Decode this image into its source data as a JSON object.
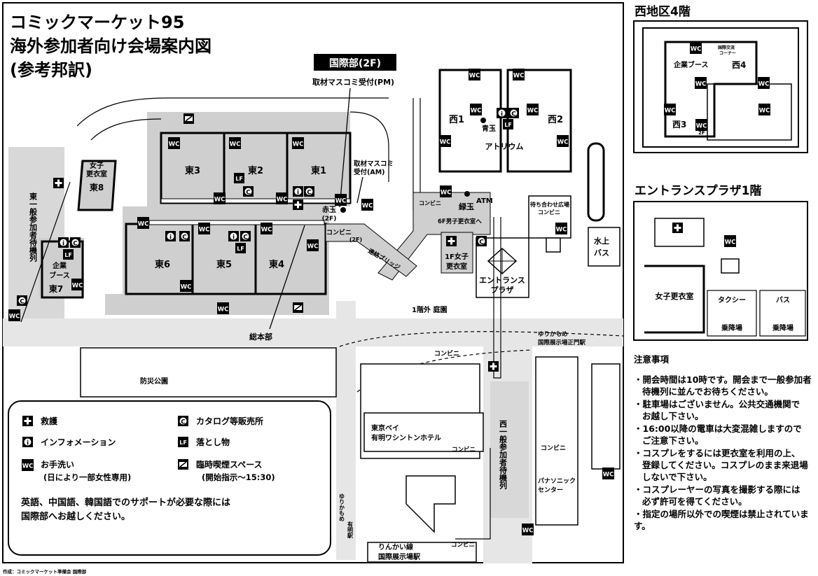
{
  "title": {
    "line1": "コミックマーケット95",
    "line2": "海外参加者向け会場案内図",
    "line3": "(参考邦訳)"
  },
  "international": {
    "label": "国際部(2F)",
    "press_pm": "取材マスコミ受付(PM)",
    "press_am_1": "取材マスコミ",
    "press_am_2": "受付(AM)"
  },
  "halls": {
    "east1": "東1",
    "east2": "東2",
    "east3": "東3",
    "east4": "東4",
    "east5": "東5",
    "east6": "東6",
    "east7": "東7",
    "east8": "東8",
    "west1": "西1",
    "west2": "西2",
    "west3": "西3",
    "west4": "西4"
  },
  "places": {
    "akadama": "赤玉",
    "akadama_floor": "(2F)",
    "aodama": "青玉",
    "midoridama": "緑玉",
    "atm": "ATM",
    "atrium": "アトリウム",
    "men_changing": "6F男子更衣室へ",
    "women_changing_1": "1F女子",
    "women_changing_2": "更衣室",
    "women_changing_e8_1": "女子",
    "women_changing_e8_2": "更衣室",
    "enterprise_1": "企業",
    "enterprise_2": "ブース",
    "konbini": "コンビニ",
    "konbini_2f": "コンビニ",
    "konbini_2f_floor": "(2F)",
    "bridge": "連絡ブリッジ",
    "waiting_plaza_1": "待ち合わせ広場",
    "waiting_plaza_2": "コンビニ",
    "mizujo_1": "水上",
    "mizujo_2": "バス",
    "entrance_1": "エントランス",
    "entrance_2": "プラザ",
    "garden": "1階外 庭園",
    "hq": "総本部",
    "yurikamome_1": "ゆりかもめ",
    "yurikamome_2": "国際展示場正門駅",
    "park": "防災公園",
    "hotel_1": "東京ベイ",
    "hotel_2": "有明ワシントンホテル",
    "hotel_konbini": "コンビニ",
    "west_queue": "西一般参加者待機列",
    "east_queue": "東一般参加者待機列",
    "konbini_right": "コンビニ",
    "panasonic_1": "パナソニック",
    "panasonic_2": "センター",
    "rinkai_1": "りんかい線",
    "rinkai_2": "国際展示場駅",
    "rinkai_konbini": "コンビニ",
    "yurikamome_side_1": "ゆりかもめ",
    "yurikamome_side_2": "有明駅"
  },
  "icons": {
    "wc": "WC",
    "lf": "LF",
    "info": "i",
    "catalog": "C",
    "plus": "+"
  },
  "legend": {
    "first_aid": "救護",
    "catalog": "カタログ等販売所",
    "information": "インフォメーション",
    "lost_found": "落とし物",
    "toilet": "お手洗い",
    "toilet_note": "(日により一部女性専用)",
    "smoking": "臨時喫煙スペース",
    "smoking_note": "(開始指示〜15:30)",
    "support_1": "英語、中国語、韓国語でのサポートが必要な際には",
    "support_2": "国際部へお越しください。"
  },
  "inset_west4": {
    "title": "西地区4階",
    "enterprise": "企業ブース",
    "west4": "西4",
    "west3": "西3",
    "intl_1": "国際交流",
    "intl_2": "コーナー",
    "floor": "2F"
  },
  "inset_entrance": {
    "title": "エントランスプラザ1階",
    "women": "女子更衣室",
    "taxi_1": "タクシー",
    "taxi_2": "乗降場",
    "bus_1": "バス",
    "bus_2": "乗降場"
  },
  "notes": {
    "heading": "注意事項",
    "items": [
      [
        "・開会時間は10時です。開会まで一般参加者",
        "待機列に並んでお待ちください。"
      ],
      [
        "・駐車場はございません。公共交通機関で",
        "お越し下さい。"
      ],
      [
        "・16:00以降の電車は大変混雑しますので",
        "ご注意下さい。"
      ],
      [
        "・コスプレをするには更衣室を利用の上、",
        "登録してください。コスプレのまま来退場",
        "しないで下さい。"
      ],
      [
        "・コスプレーヤーの写真を撮影する際には",
        "必ず許可を得てください。"
      ],
      [
        "・指定の場所以外での喫煙は禁止されています。"
      ]
    ]
  },
  "credit": "作成：コミックマーケット準備会 国際部"
}
